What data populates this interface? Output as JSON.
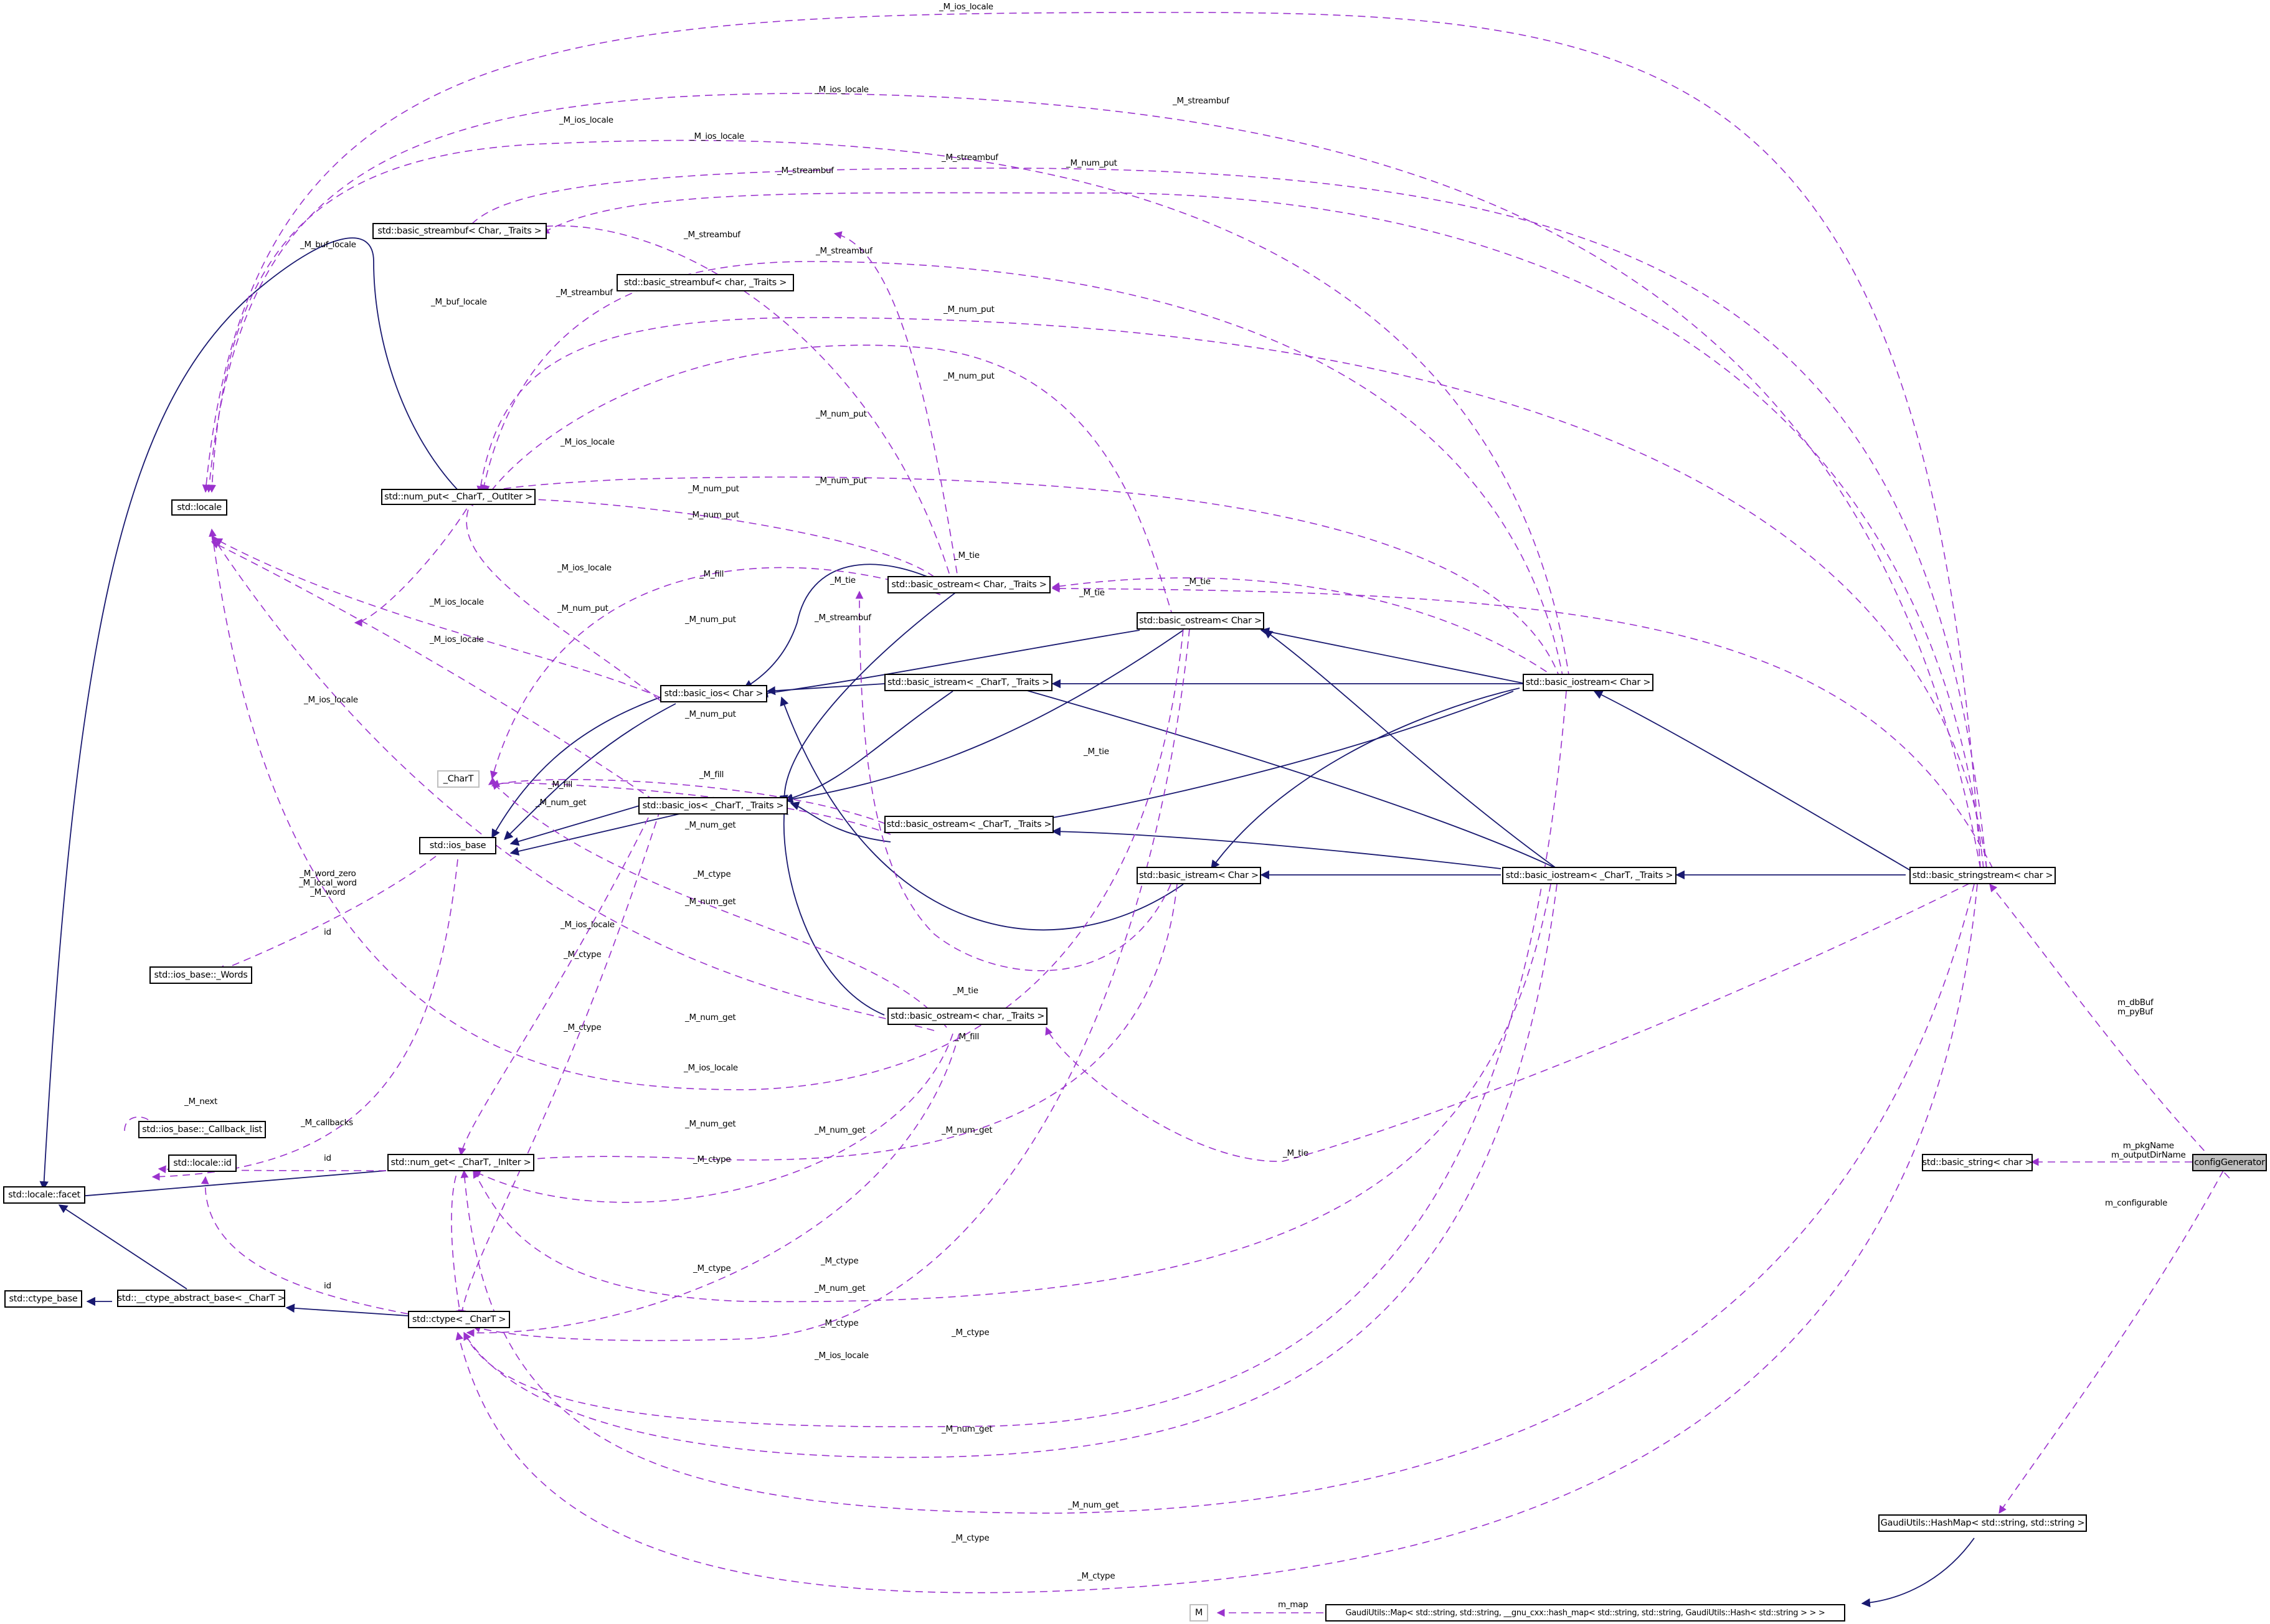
{
  "diagram": {
    "type": "collaboration-graph",
    "root": "configGenerator",
    "colors": {
      "member_edge": "#9a32cd",
      "inheritance_edge": "#191970",
      "root_fill": "#bfbfbf",
      "undocumented_border": "#bfbfbf"
    },
    "nodes": {
      "basic_streambuf_Char": "std::basic_streambuf< Char, _Traits >",
      "basic_streambuf_char": "std::basic_streambuf< char, _Traits >",
      "locale": "std::locale",
      "num_put": "std::num_put< _CharT, _OutIter >",
      "basic_ostream_Char_Traits": "std::basic_ostream< Char, _Traits >",
      "basic_ostream_Char": "std::basic_ostream< Char >",
      "basic_istream_CharT_Traits": "std::basic_istream< _CharT, _Traits >",
      "basic_ios_Char": "std::basic_ios< Char >",
      "basic_iostream_Char": "std::basic_iostream< Char >",
      "CharT": "_CharT",
      "basic_ios_CharT_Traits": "std::basic_ios< _CharT, _Traits >",
      "basic_ostream_CharT_Traits": "std::basic_ostream< _CharT, _Traits >",
      "ios_base": "std::ios_base",
      "basic_istream_Char": "std::basic_istream< Char >",
      "basic_iostream_CharT_Traits": "std::basic_iostream< _CharT, _Traits >",
      "basic_stringstream_char": "std::basic_stringstream< char >",
      "ios_base_Words": "std::ios_base::_Words",
      "basic_ostream_char_Traits": "std::basic_ostream< char, _Traits >",
      "callback_list": "std::ios_base::_Callback_list",
      "locale_id": "std::locale::id",
      "num_get": "std::num_get< _CharT, _InIter >",
      "locale_facet": "std::locale::facet",
      "basic_string_char": "std::basic_string< char >",
      "configGenerator": "configGenerator",
      "ctype_base": "std::ctype_base",
      "ctype_abstract_base": "std::__ctype_abstract_base< _CharT >",
      "ctype": "std::ctype< _CharT >",
      "hashmap": "GaudiUtils::HashMap< std::string, std::string >",
      "M": "M",
      "gaudi_map": "GaudiUtils::Map< std::string, std::string, __gnu_cxx::hash_map< std::string, std::string, GaudiUtils::Hash< std::string > > >"
    },
    "edge_labels": {
      "l01": "_M_ios_locale",
      "l02": "_M_ios_locale",
      "l03": "_M_streambuf",
      "l04": "_M_ios_locale",
      "l05": "_M_ios_locale",
      "l06": "_M_streambuf",
      "l07": "_M_num_put",
      "l08": "_M_streambuf",
      "l09": "_M_buf_locale",
      "l10": "_M_streambuf",
      "l11": "_M_streambuf",
      "l12": "_M_streambuf",
      "l13": "_M_buf_locale",
      "l14": "_M_num_put",
      "l15": "_M_num_put",
      "l16": "_M_num_put",
      "l17": "_M_ios_locale",
      "l18": "_M_num_put",
      "l19": "_M_num_put",
      "l20": "_M_num_put",
      "l21": "_M_tie",
      "l22": "_M_ios_locale",
      "l23": "_M_fill",
      "l24": "_M_tie",
      "l25": "_M_tie",
      "l26": "_M_tie",
      "l27": "_M_ios_locale",
      "l28": "_M_num_put",
      "l29": "_M_ios_locale",
      "l30": "_M_num_put",
      "l31": "_M_streambuf",
      "l32": "_M_ios_locale",
      "l33": "_M_num_put",
      "l34": "_M_fill",
      "l35": "_M_fill",
      "l36": "_M_num_get",
      "l37": "_M_num_get",
      "l38": "_M_tie",
      "l39": "_M_word_zero\n_M_local_word\n_M_word",
      "l40": "_M_ctype",
      "l41": "_M_num_get",
      "l42": "_M_ios_locale",
      "l43": "id",
      "l44": "_M_ctype",
      "l45": "_M_tie",
      "l46": "_M_num_get",
      "l47": "_M_fill",
      "l48": "_M_ctype",
      "l49": "_M_ios_locale",
      "l50": "_M_next",
      "l51": "_M_callbacks",
      "l52": "_M_num_get",
      "l53": "_M_num_get",
      "l54": "_M_num_get",
      "l55": "id",
      "l56": "_M_ctype",
      "l57": "_M_tie",
      "l58": "m_dbBuf\nm_pyBuf",
      "l59": "m_pkgName\nm_outputDirName",
      "l60": "m_configurable",
      "l61": "_M_ctype",
      "l62": "_M_ctype",
      "l63": "_M_num_get",
      "l64": "_M_ctype",
      "l65": "id",
      "l66": "_M_ctype",
      "l67": "_M_ios_locale",
      "l68": "_M_num_get",
      "l69": "_M_num_get",
      "l70": "_M_ctype",
      "l71": "_M_ctype",
      "l72": "m_map"
    }
  }
}
